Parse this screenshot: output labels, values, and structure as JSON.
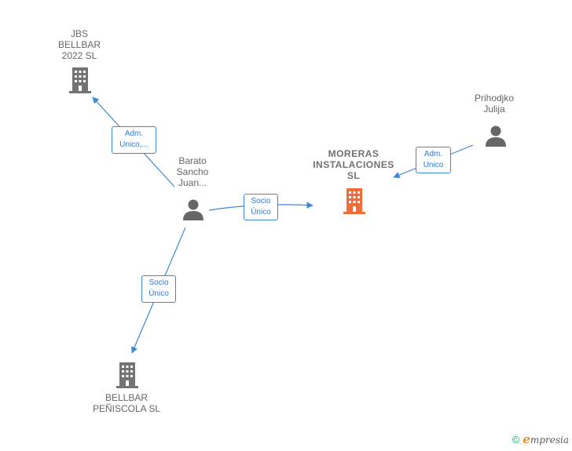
{
  "nodes": {
    "jbs": {
      "label": "JBS\nBELLBAR\n2022  SL",
      "type": "company"
    },
    "barato": {
      "label": "Barato\nSancho\nJuan...",
      "type": "person"
    },
    "moreras": {
      "label": "MORERAS\nINSTALACIONES\nSL",
      "type": "company-main"
    },
    "prihodjko": {
      "label": "Prihodjko\nJulija",
      "type": "person"
    },
    "bellbar": {
      "label": "BELLBAR\nPEÑISCOLA  SL",
      "type": "company"
    }
  },
  "edges": {
    "barato_jbs": "Adm.\nUnico,...",
    "barato_moreras": "Socio\nÚnico",
    "prihodjko_moreras": "Adm.\nUnico",
    "barato_bellbar": "Socio\nÚnico"
  },
  "colors": {
    "edge": "#3c87d8",
    "company_icon": "#737373",
    "main_company_icon": "#f26b3a",
    "person_icon": "#666666"
  },
  "footer": {
    "copyright": "©",
    "brand_first": "e",
    "brand_rest": "mpresia"
  }
}
